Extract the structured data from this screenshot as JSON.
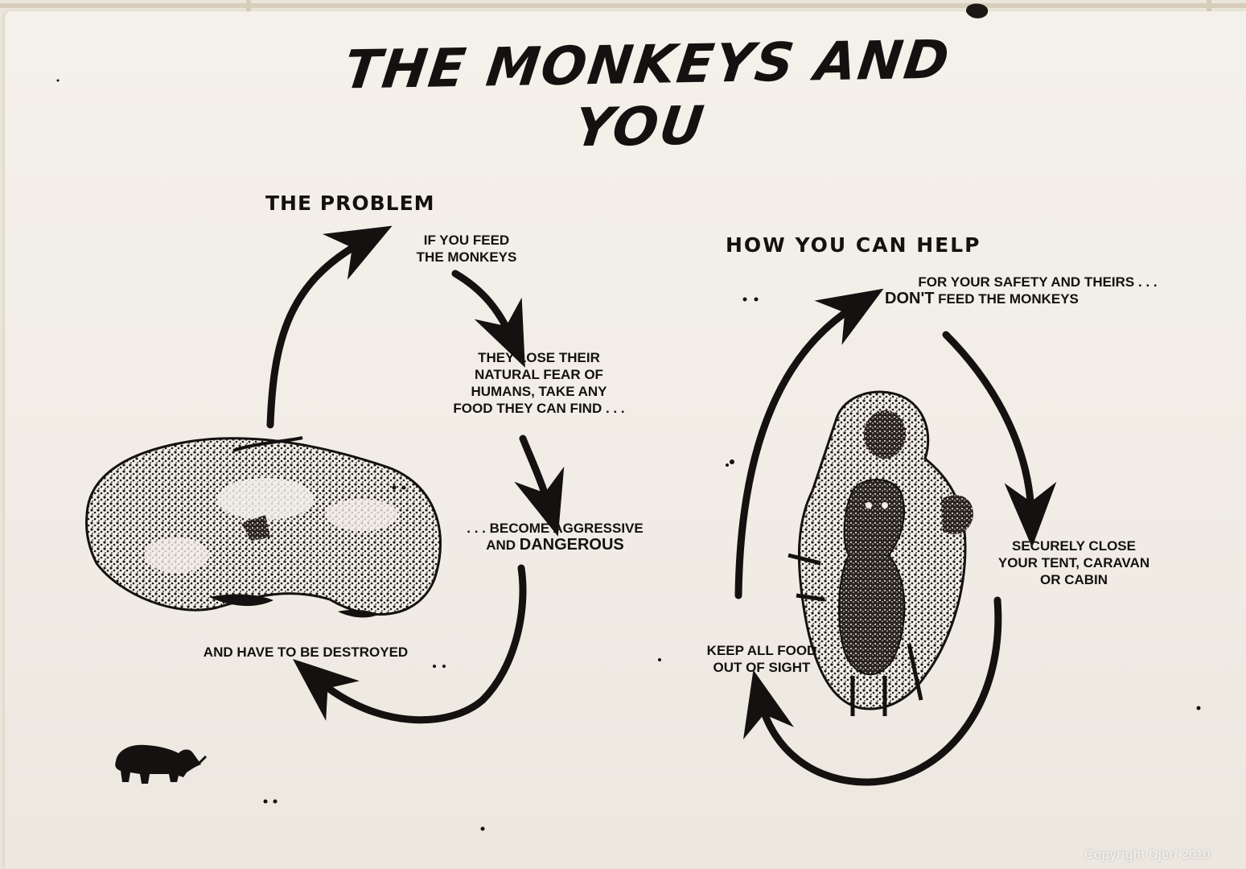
{
  "poster": {
    "title": "THE MONKEYS AND YOU",
    "problem": {
      "heading": "THE PROBLEM",
      "step1_line1": "IF YOU FEED",
      "step1_line2": "THE MONKEYS",
      "step2_line1": "THEY LOSE THEIR",
      "step2_line2": "NATURAL FEAR OF",
      "step2_line3": "HUMANS, TAKE ANY",
      "step2_line4": "FOOD THEY CAN FIND . . .",
      "step3_line1": ". . . BECOME AGGRESSIVE",
      "step3_line2_a": "AND ",
      "step3_line2_b": "DANGEROUS",
      "step4": "AND HAVE TO BE DESTROYED"
    },
    "help": {
      "heading": "HOW YOU CAN HELP",
      "tip1_line1": "FOR YOUR SAFETY AND THEIRS . . .",
      "tip1_line2_a": "DON'T",
      "tip1_line2_b": " FEED THE MONKEYS",
      "tip2_line1": "SECURELY CLOSE",
      "tip2_line2": "YOUR TENT, CARAVAN",
      "tip2_line3": "OR CABIN",
      "tip3_line1": "KEEP ALL FOOD",
      "tip3_line2": "OUT OF SIGHT"
    }
  },
  "copyright": "Copyright Djerf 2010",
  "icons": {
    "rhino": "rhino-icon",
    "dead_monkey": "dead-monkey-illustration",
    "monkeys": "monkey-mother-baby-illustration"
  },
  "colors": {
    "ink": "#141210",
    "paper": "#f2eee7",
    "tile": "#ebe6da"
  }
}
